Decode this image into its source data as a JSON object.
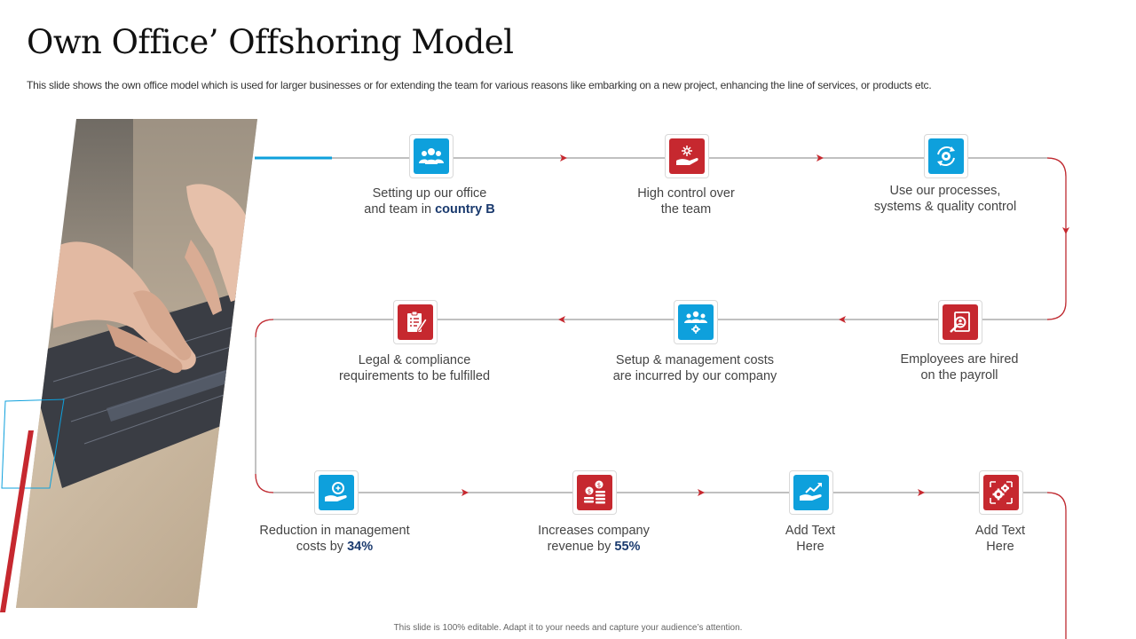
{
  "slide": {
    "title": "Own Office’ Offshoring Model",
    "subtitle": "This slide shows the own office model which is used for larger businesses or for extending the team for various reasons like embarking on a new project, enhancing the line of services, or products etc.",
    "footer": "This slide is 100% editable. Adapt it to your needs and capture your audience’s attention."
  },
  "colors": {
    "blue": "#0ea0dc",
    "red": "#c6282f",
    "line": "#9a9a9a",
    "navy": "#1a3a6e"
  },
  "steps": [
    {
      "icon": "team-icon",
      "color": "blue",
      "line1": "Setting up our office",
      "line2_plain": "and team in ",
      "line2_bold": "country B"
    },
    {
      "icon": "hand-gear-icon",
      "color": "red",
      "line1": "High control over",
      "line2_plain": "the team",
      "line2_bold": ""
    },
    {
      "icon": "gear-cycle-icon",
      "color": "blue",
      "line1": "Use our processes,",
      "line2_plain": "systems & quality control",
      "line2_bold": ""
    },
    {
      "icon": "employee-search-icon",
      "color": "red",
      "line1": "Employees are hired",
      "line2_plain": "on the payroll",
      "line2_bold": ""
    },
    {
      "icon": "team-setup-icon",
      "color": "blue",
      "line1": "Setup & management costs",
      "line2_plain": "are incurred by our company",
      "line2_bold": ""
    },
    {
      "icon": "clipboard-checklist-icon",
      "color": "red",
      "line1": "Legal & compliance",
      "line2_plain": "requirements to be fulfilled",
      "line2_bold": ""
    },
    {
      "icon": "hand-coin-icon",
      "color": "blue",
      "line1": "Reduction in management",
      "line2_plain": "costs by ",
      "line2_bold": "34%"
    },
    {
      "icon": "revenue-coins-icon",
      "color": "red",
      "line1": "Increases company",
      "line2_plain": "revenue by ",
      "line2_bold": "55%"
    },
    {
      "icon": "hand-growth-icon",
      "color": "blue",
      "line1": "Add Text",
      "line2_plain": "Here",
      "line2_bold": ""
    },
    {
      "icon": "gears-icon",
      "color": "red",
      "line1": "Add Text",
      "line2_plain": "Here",
      "line2_bold": ""
    }
  ]
}
